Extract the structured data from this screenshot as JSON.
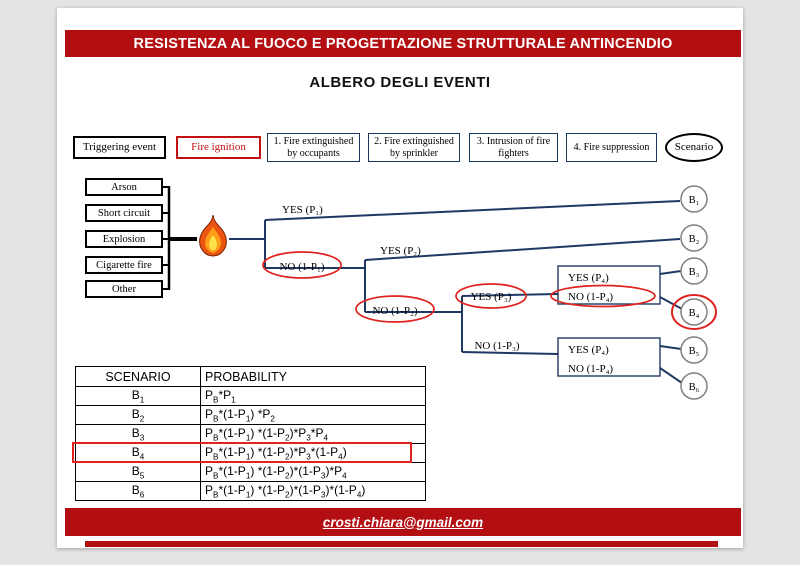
{
  "slide": {
    "title": "RESISTENZA AL FUOCO E PROGETTAZIONE STRUTTURALE ANTINCENDIO",
    "subtitle": "ALBERO DEGLI EVENTI",
    "footer_email": "crosti.chiara@gmail.com"
  },
  "colors": {
    "bar_red": "#b30f12",
    "accent_red": "#e0231e",
    "fire_ignition_red": "#c11111",
    "tree_line_blue": "#1f3864",
    "scenario_circle_gray": "#808080"
  },
  "header_boxes": [
    {
      "label": "Triggering event"
    },
    {
      "label": "Fire ignition"
    },
    {
      "label": "1. Fire extinguished by occupants"
    },
    {
      "label": "2. Fire extinguished by sprinkler"
    },
    {
      "label": "3. Intrusion of fire fighters"
    },
    {
      "label": "4. Fire suppression"
    },
    {
      "label": "Scenario"
    }
  ],
  "causes": [
    "Arson",
    "Short circuit",
    "Explosion",
    "Cigarette fire",
    "Other"
  ],
  "tree": {
    "branch_labels": {
      "yes_p1": "YES (P₁)",
      "no_p1": "NO (1-P₁)",
      "yes_p2": "YES (P₂)",
      "no_p2": "NO (1-P₂)",
      "yes_p3": "YES (P₃)",
      "no_p3": "NO (1-P₃)",
      "yes_p4_upper": "YES (P₄)",
      "no_p4_upper": "NO (1-P₄)",
      "yes_p4_lower": "YES (P₄)",
      "no_p4_lower": "NO (1-P₄)"
    },
    "scenarios": [
      "B₁",
      "B₂",
      "B₃",
      "B₄",
      "B₅",
      "B₆"
    ],
    "highlighted": [
      "NO (1-P₁)",
      "NO (1-P₂)",
      "YES (P₃)",
      "NO (1-P₄)",
      "B₄"
    ]
  },
  "table": {
    "headers": [
      "SCENARIO",
      "PROBABILITY"
    ],
    "rows": [
      {
        "scenario": "B<sub>1</sub>",
        "probability": "P<sub>B</sub>*P<sub>1</sub>",
        "highlighted": false
      },
      {
        "scenario": "B<sub>2</sub>",
        "probability": "P<sub>B</sub>*(1-P<sub>1</sub>) *P<sub>2</sub>",
        "highlighted": false
      },
      {
        "scenario": "B<sub>3</sub>",
        "probability": "P<sub>B</sub>*(1-P<sub>1</sub>) *(1-P<sub>2</sub>)*P<sub>3</sub>*P<sub>4</sub>",
        "highlighted": false
      },
      {
        "scenario": "B<sub>4</sub>",
        "probability": "P<sub>B</sub>*(1-P<sub>1</sub>) *(1-P<sub>2</sub>)*P<sub>3</sub>*(1-P<sub>4</sub>)",
        "highlighted": true
      },
      {
        "scenario": "B<sub>5</sub>",
        "probability": "P<sub>B</sub>*(1-P<sub>1</sub>) *(1-P<sub>2</sub>)*(1-P<sub>3</sub>)*P<sub>4</sub>",
        "highlighted": false
      },
      {
        "scenario": "B<sub>6</sub>",
        "probability": "P<sub>B</sub>*(1-P<sub>1</sub>) *(1-P<sub>2</sub>)*(1-P<sub>3</sub>)*(1-P<sub>4</sub>)",
        "highlighted": false
      }
    ]
  }
}
